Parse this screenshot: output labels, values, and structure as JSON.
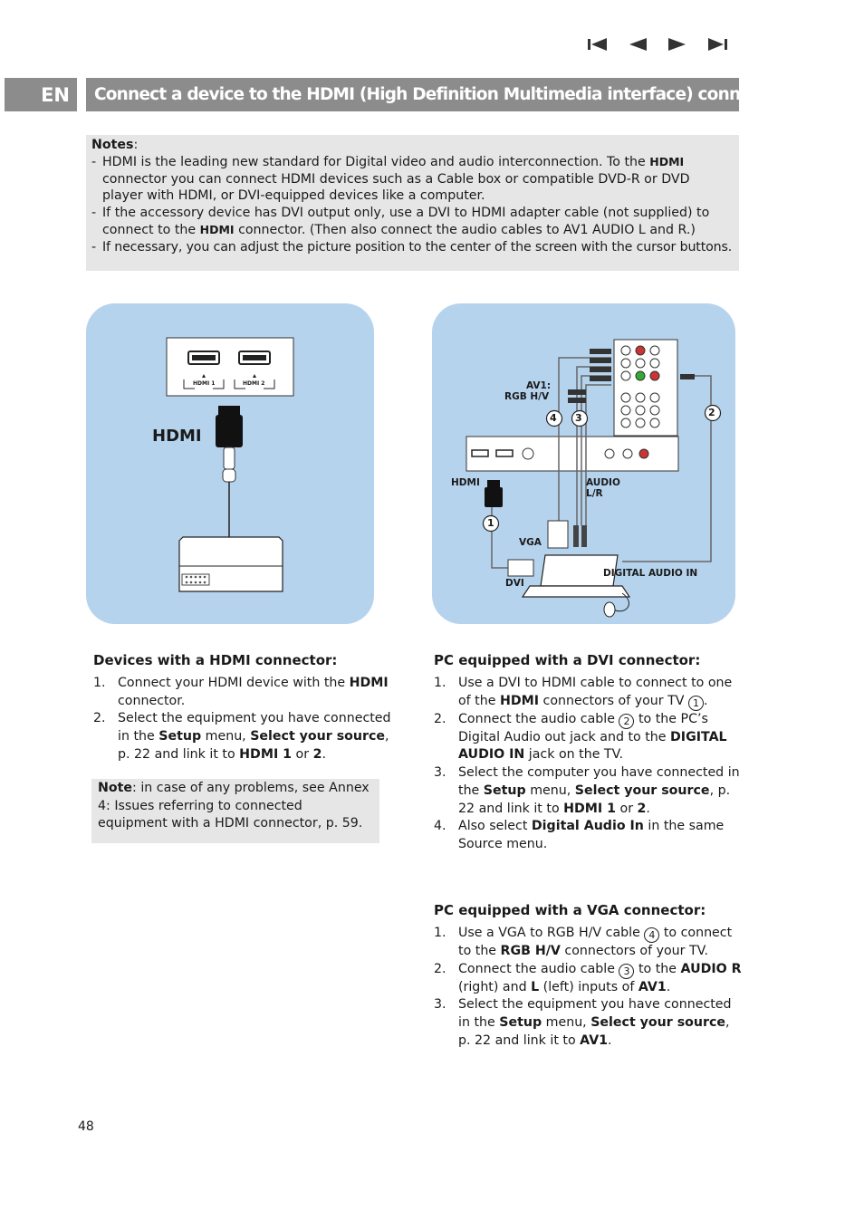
{
  "nav": {
    "icons": [
      "first-page-icon",
      "previous-page-icon",
      "next-page-icon",
      "last-page-icon"
    ]
  },
  "header": {
    "lang": "EN",
    "title": "Connect a device to the HDMI (High Definition Multimedia interface) connector"
  },
  "notes": {
    "heading": "Notes",
    "items": [
      {
        "dash": "-",
        "t1": "HDMI is the leading new standard for Digital video and audio interconnection. To the ",
        "b1": "HDMI",
        "t2": " connector you can connect HDMI devices such as a Cable box or compatible DVD-R or DVD player with HDMI, or DVI-equipped devices like a computer."
      },
      {
        "dash": "-",
        "t1": "If the accessory device has DVI output only, use a DVI to HDMI adapter cable (not supplied) to connect to the ",
        "b1": "HDMI",
        "t2": " connector. (Then also connect the audio cables to AV1 AUDIO L and R.)"
      },
      {
        "dash": "-",
        "t1": "If necessary, you can adjust the picture position to the center of the screen with the cursor buttons."
      }
    ]
  },
  "left_diagram": {
    "port1": "HDMI 1",
    "port2": "HDMI 2",
    "label": "HDMI"
  },
  "right_diagram": {
    "av1": "AV1:",
    "rgbhv": "RGB H/V",
    "hdmi": "HDMI",
    "audio": "AUDIO",
    "lr": "L/R",
    "vga": "VGA",
    "dvi": "DVI",
    "digital_audio_in": "DIGITAL AUDIO IN",
    "c1": "1",
    "c2": "2",
    "c3": "3",
    "c4": "4"
  },
  "devices": {
    "heading": "Devices with a HDMI connector:",
    "items": [
      {
        "num": "1.",
        "t1": "Connect your HDMI device with the ",
        "b1": "HDMI",
        "t2": " connector."
      },
      {
        "num": "2.",
        "t1": "Select the equipment you have connected in the ",
        "b1": "Setup",
        "t2": " menu, ",
        "b2": "Select your source",
        "t3": ", p. 22 and link it to ",
        "b3": "HDMI 1",
        "t4": " or ",
        "b4": "2",
        "t5": "."
      }
    ]
  },
  "note2": {
    "label": "Note",
    "text": ": in case of any problems, see Annex 4: Issues referring to connected equipment with a HDMI connector, p. 59."
  },
  "dvi": {
    "heading": "PC equipped with a DVI connector:",
    "items": [
      {
        "num": "1.",
        "t1": "Use a DVI to HDMI cable to connect to one of the ",
        "b1": "HDMI",
        "t2": " connectors of your TV ",
        "circ": "1",
        "t3": "."
      },
      {
        "num": "2.",
        "t1": "Connect the audio cable ",
        "circ": "2",
        "t2": " to the PC’s Digital Audio out jack and to the ",
        "b1": "DIGITAL AUDIO IN",
        "t3": " jack on the TV."
      },
      {
        "num": "3.",
        "t1": "Select the computer you have connected in the ",
        "b1": "Setup",
        "t2": " menu, ",
        "b2": "Select your source",
        "t3": ", p. 22 and link it to ",
        "b3": "HDMI 1",
        "t4": " or ",
        "b4": "2",
        "t5": "."
      },
      {
        "num": "4.",
        "t1": "Also select ",
        "b1": "Digital Audio In",
        "t2": " in the same Source menu."
      }
    ]
  },
  "vga": {
    "heading": "PC equipped with a VGA connector:",
    "items": [
      {
        "num": "1.",
        "t1": "Use a VGA to RGB H/V cable ",
        "circ": "4",
        "t2": " to connect to the ",
        "b1": "RGB H/V",
        "t3": " connectors of your TV."
      },
      {
        "num": "2.",
        "t1": "Connect the audio cable ",
        "circ": "3",
        "t2": " to the ",
        "b1": "AUDIO R",
        "t3": " (right) and ",
        "b2": "L",
        "t4": " (left) inputs of ",
        "b3": "AV1",
        "t5": "."
      },
      {
        "num": "3.",
        "t1": "Select the equipment you have connected in the ",
        "b1": "Setup",
        "t2": " menu, ",
        "b2": "Select your source",
        "t3": ", p. 22 and link it to ",
        "b3": "AV1",
        "t4": "."
      }
    ]
  },
  "page_number": "48",
  "colors": {
    "header_gray": "#8c8c8c",
    "box_gray": "#e6e6e6",
    "panel_blue": "#b6d3ee"
  }
}
